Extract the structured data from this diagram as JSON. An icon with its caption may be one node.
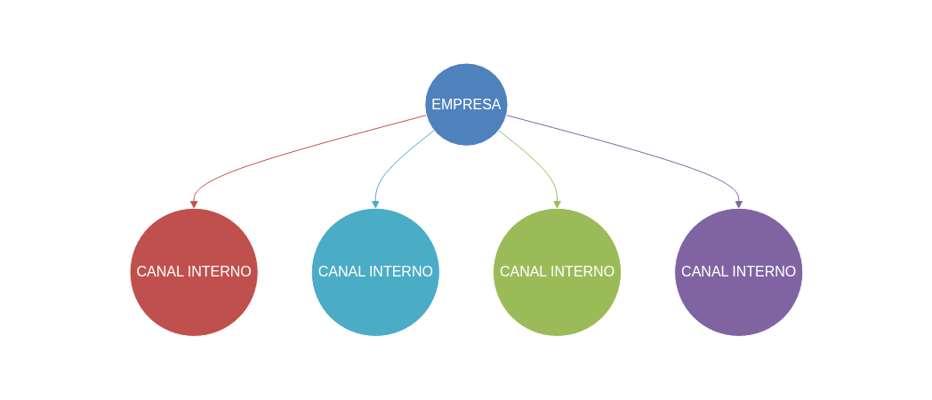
{
  "diagram": {
    "nodes": [
      {
        "text": [
          "CANAL INTERNO"
        ]
      },
      {
        "text": [
          "CANAL INTERNO"
        ]
      },
      {
        "text": [
          "EMPRESA"
        ]
      },
      {
        "text": [
          "CANAL INTERNO"
        ]
      },
      {
        "text": [
          "CANAL INTERNO"
        ]
      }
    ],
    "edges": [
      {
        "from": 2,
        "to": 0,
        "arrow": "to",
        "color": "#c0504d"
      },
      {
        "from": 2,
        "to": 1,
        "arrow": "to",
        "color": "#4bacc6"
      },
      {
        "from": 2,
        "to": 3,
        "arrow": "to",
        "color": "#9bbb59"
      },
      {
        "from": 2,
        "to": 4,
        "arrow": "to",
        "color": "#8064a2"
      }
    ]
  }
}
